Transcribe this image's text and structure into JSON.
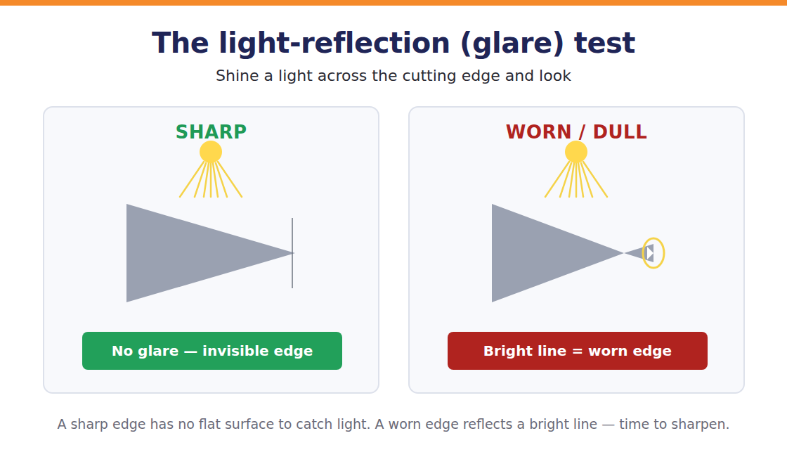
{
  "diagram": {
    "title": "The light-reflection (glare) test",
    "caption": "A sharp edge has no flat surface to catch light. A worn edge reflects a bright line — time to sharpen.",
    "nodes": [
      {
        "text": [
          "SHARP"
        ]
      },
      {
        "text": [
          "No glare — invisible edge"
        ],
        "in": 0
      },
      {
        "text": [
          "WORN / DULL"
        ]
      },
      {
        "text": [
          "Bright line = worn edge"
        ],
        "in": 2
      }
    ],
    "labels": [
      "Shine a light across the cutting edge and look"
    ]
  }
}
